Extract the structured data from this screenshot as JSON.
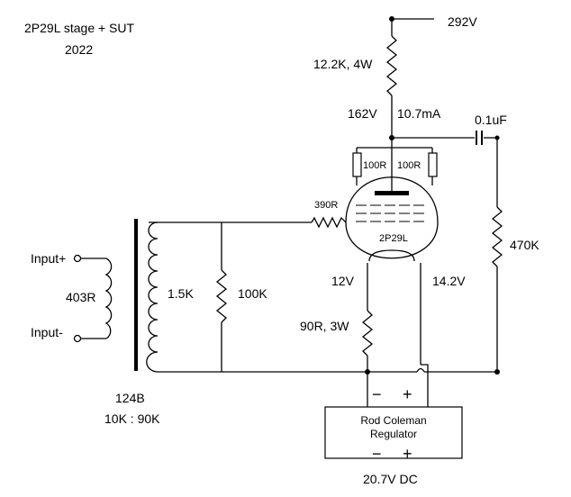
{
  "title": {
    "line1": "2P29L stage + SUT",
    "line2": "2022"
  },
  "labels": {
    "b_plus": "292V",
    "plate_resistor": "12.2K, 4W",
    "plate_voltage": "162V",
    "plate_current": "10.7mA",
    "coupling_cap": "0.1uF",
    "grid_resistor": "390R",
    "anode_r_left": "100R",
    "anode_r_right": "100R",
    "tube": "2P29L",
    "grid_leak": "470K",
    "input_plus": "Input+",
    "input_minus": "Input-",
    "primary_r": "403R",
    "secondary_r": "1.5K",
    "load_r": "100K",
    "cathode_voltage": "12V",
    "heater_voltage": "14.2V",
    "cathode_resistor": "90R, 3W",
    "xfmr_model": "124B",
    "xfmr_ratio": "10K : 90K",
    "reg_minus_top": "−",
    "reg_plus_top": "+",
    "regulator_line1": "Rod Coleman",
    "regulator_line2": "Regulator",
    "reg_minus_bottom": "−",
    "reg_plus_bottom": "+",
    "supply": "20.7V DC"
  }
}
